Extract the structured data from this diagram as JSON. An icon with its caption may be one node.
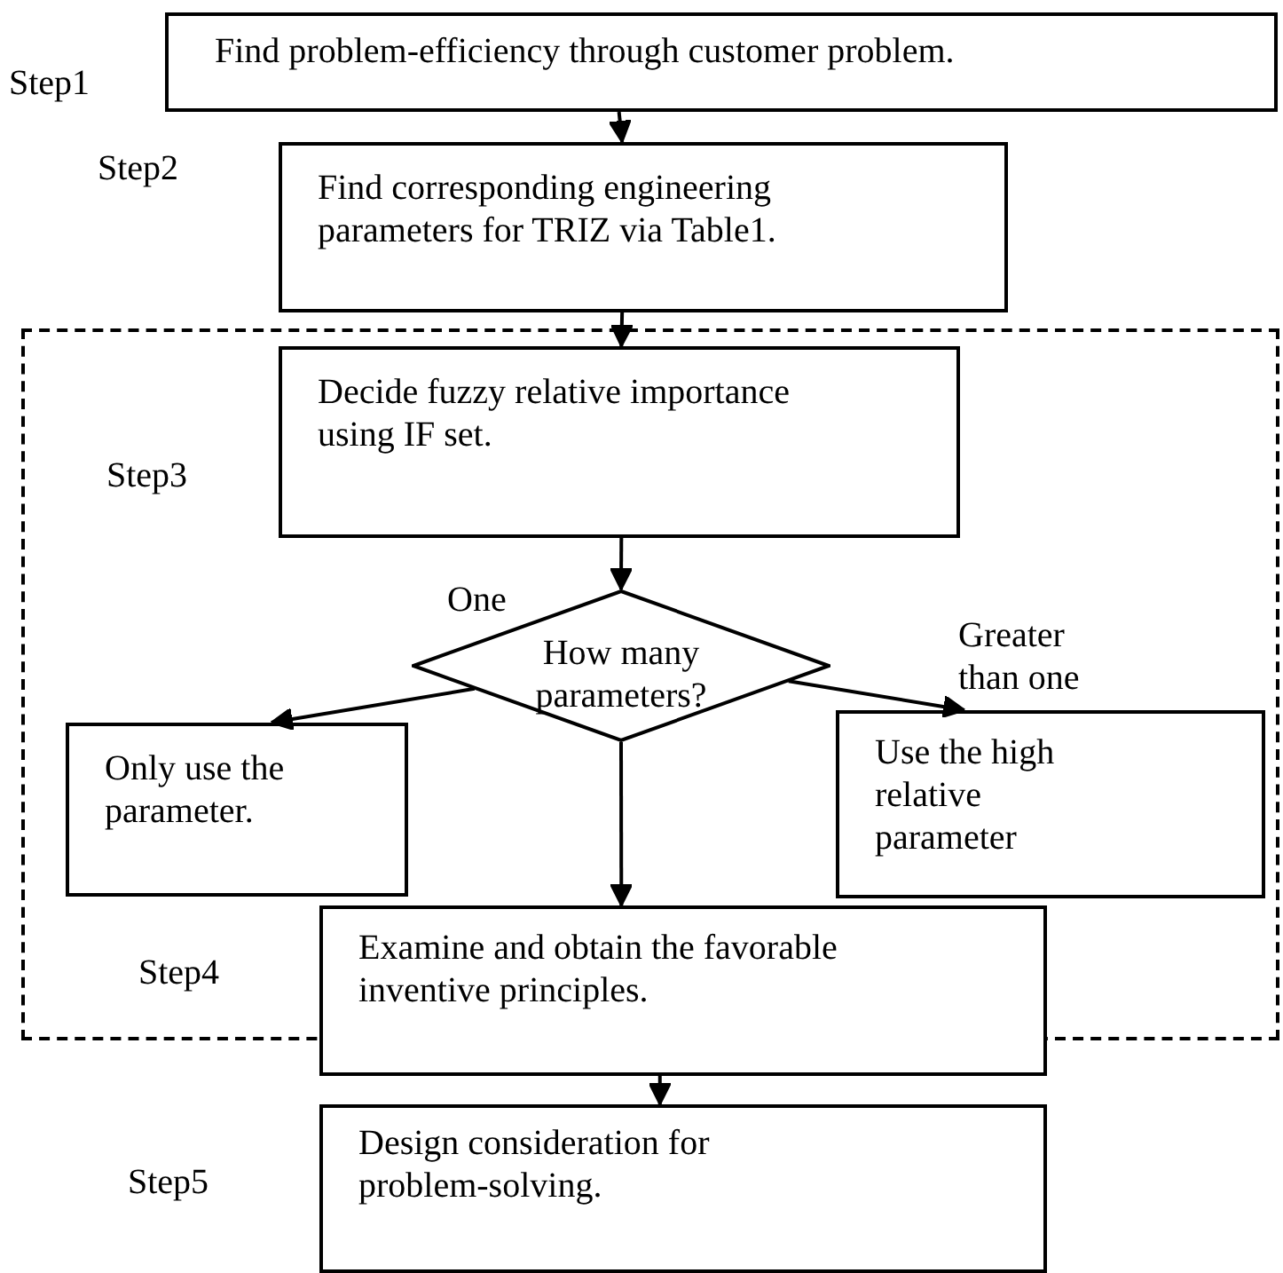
{
  "diagram": {
    "nodes": [
      {
        "text": [
          "Find problem-efficiency through customer problem."
        ],
        "beside": [
          "Step1"
        ]
      },
      {
        "text": [
          "Find corresponding engineering parameters for TRIZ via Table1."
        ]
      },
      {
        "text": [],
        "shape": "box"
      },
      {
        "text": [
          "Decide fuzzy relative importance using IF set."
        ],
        "beside": [
          "Step3"
        ],
        "in": 2
      },
      {
        "text": [
          "How many parameters?"
        ],
        "in": 2
      },
      {
        "text": [
          "Only use the parameter."
        ],
        "in": 2
      },
      {
        "text": [
          "Use the high relative parameter"
        ],
        "in": 2
      },
      {
        "text": [
          "Examine and obtain the favorable inventive principles."
        ],
        "beside": [
          "Step4"
        ]
      },
      {
        "text": [
          "Design consideration for problem-solving."
        ],
        "beside": [
          "Step5"
        ]
      }
    ],
    "edges": [
      {
        "from": 0,
        "to": 1,
        "arrow": "to"
      },
      {
        "from": 1,
        "to": 3,
        "arrow": "to"
      },
      {
        "from": 3,
        "to": 4,
        "arrow": "to"
      },
      {
        "from": 4,
        "to": 5,
        "arrow": "to",
        "label": "One"
      },
      {
        "from": 4,
        "to": 6,
        "arrow": "to",
        "label": "Greater than one"
      },
      {
        "from": 4,
        "to": 7,
        "arrow": "to"
      },
      {
        "from": 7,
        "to": 8,
        "arrow": "to"
      }
    ],
    "labels": [
      "Step2"
    ]
  }
}
